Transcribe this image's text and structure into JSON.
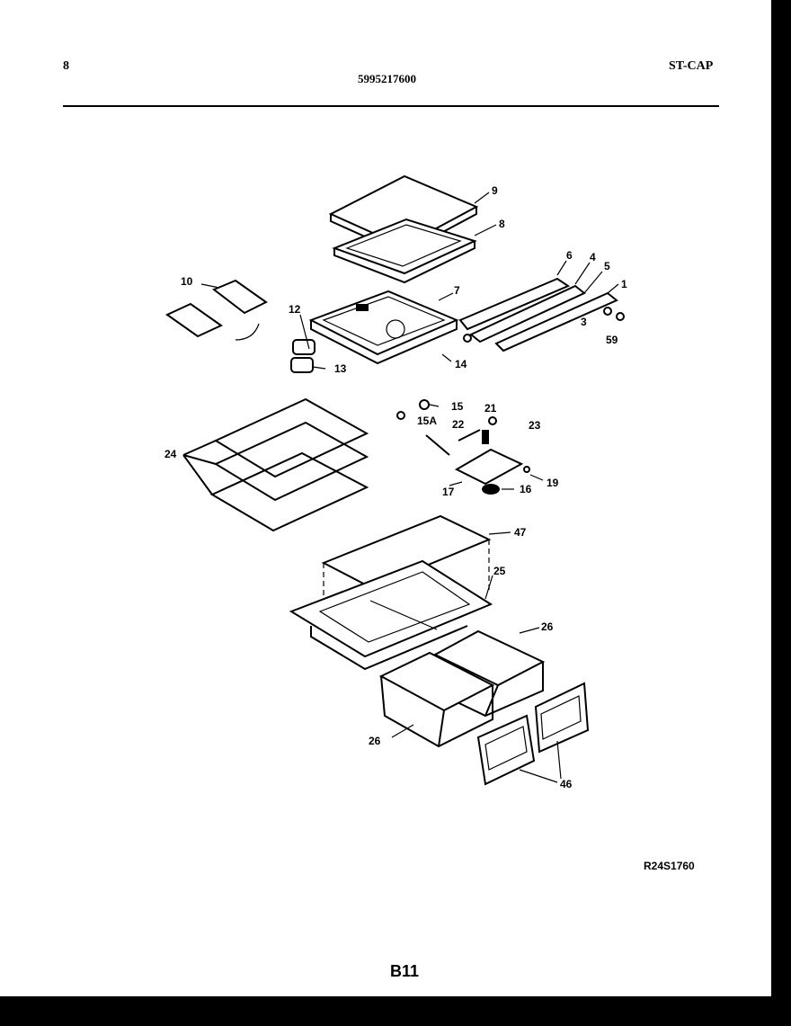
{
  "header": {
    "page_number": "8",
    "document_number": "5995217600",
    "model_code": "ST-CAP"
  },
  "diagram": {
    "callouts": [
      "9",
      "8",
      "10",
      "7",
      "6",
      "4",
      "5",
      "1",
      "12",
      "3",
      "59",
      "13",
      "14",
      "15",
      "15A",
      "22",
      "21",
      "23",
      "24",
      "17",
      "16",
      "19",
      "47",
      "25",
      "26",
      "26",
      "46"
    ],
    "reference_code": "R24S1760",
    "folio": "B11"
  }
}
